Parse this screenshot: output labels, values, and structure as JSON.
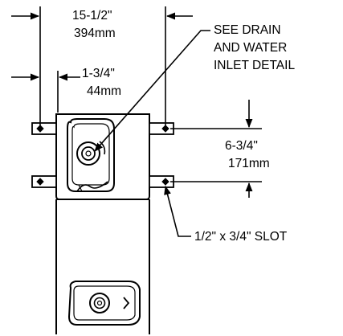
{
  "labels": {
    "overall_width_in": "15-1/2\"",
    "overall_width_mm": "394mm",
    "offset_in": "1-3/4\"",
    "offset_mm": "44mm",
    "callout_line1": "SEE DRAIN",
    "callout_line2": "AND WATER",
    "callout_line3": "INLET DETAIL",
    "spacing_in": "6-3/4\"",
    "spacing_mm": "171mm",
    "slot": "1/2\" x 3/4\" SLOT"
  }
}
